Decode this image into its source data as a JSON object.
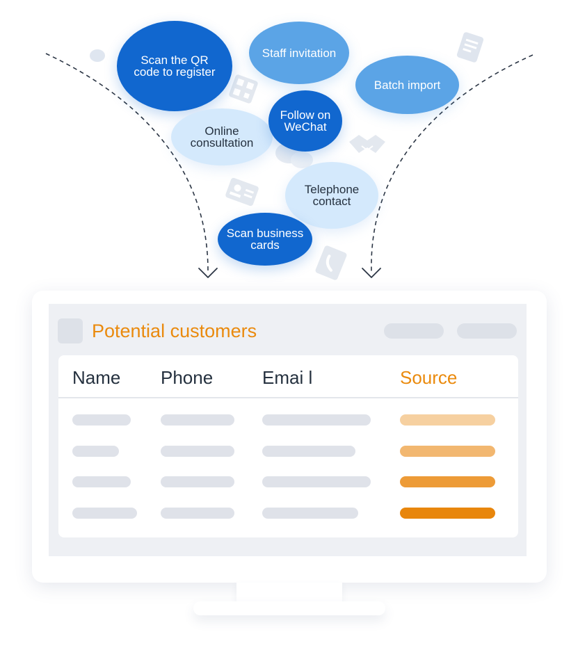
{
  "bubbles": [
    {
      "label": "Scan the QR\ncode to register",
      "tone": "dark"
    },
    {
      "label": "Staff invitation",
      "tone": "mid"
    },
    {
      "label": "Batch import",
      "tone": "mid"
    },
    {
      "label": "Follow on\nWeChat",
      "tone": "dark"
    },
    {
      "label": "Online\nconsultation",
      "tone": "light"
    },
    {
      "label": "Telephone\ncontact",
      "tone": "light"
    },
    {
      "label": "Scan business\ncards",
      "tone": "dark"
    }
  ],
  "decor_icons": [
    "chat-dot-icon",
    "qr-code-icon",
    "document-icon",
    "handshake-icon",
    "wechat-icon",
    "business-card-icon",
    "phone-book-icon"
  ],
  "panel": {
    "title": "Potential customers",
    "columns": [
      "Name",
      "Phone",
      "Emai l",
      "Source"
    ],
    "row_count": 4
  },
  "colors": {
    "bubble_dark": "#1167cf",
    "bubble_mid": "#5ba4e6",
    "bubble_light": "#d4e9fc",
    "title_orange": "#ea8a0d",
    "placeholder_gray": "#dfe2e9",
    "source_bars": [
      "#f6d0a0",
      "#f2b770",
      "#ed9b37",
      "#e8860c"
    ]
  }
}
